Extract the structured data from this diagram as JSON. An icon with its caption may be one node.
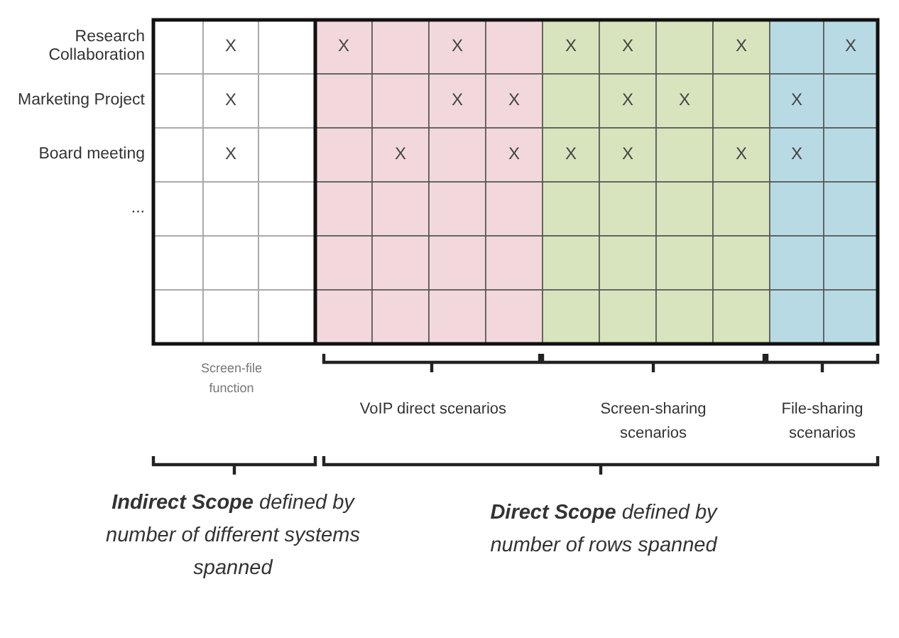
{
  "diagram": {
    "labels": [
      "Research Collaboration",
      "X",
      "X",
      "X",
      "X",
      "X",
      "X",
      "X",
      "Marketing Project",
      "X",
      "X",
      "X",
      "X",
      "X",
      "X",
      "Board meeting",
      "X",
      "X",
      "X",
      "X",
      "X",
      "X",
      "X",
      "...",
      "Screen-file function",
      "VoIP direct scenarios",
      "Screen-sharing scenarios",
      "File-sharing scenarios",
      "**Indirect Scope** defined by number of different systems spanned",
      "**Direct Scope** defined by number of rows spanned"
    ]
  }
}
